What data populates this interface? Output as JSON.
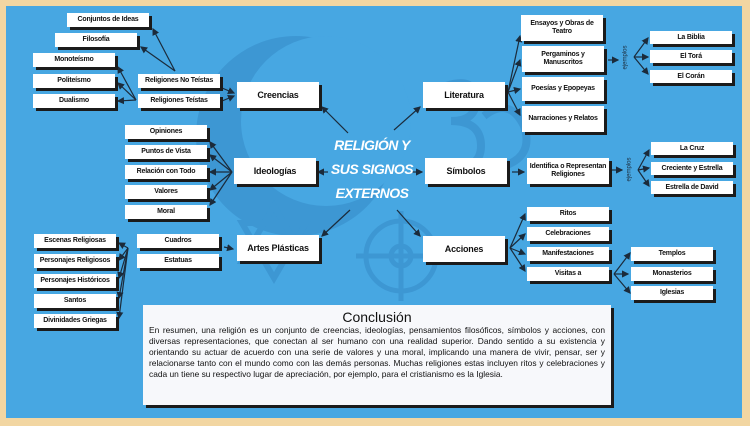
{
  "title": "RELIGIÓN Y SUS SIGNOS EXTERNOS",
  "creencias": {
    "label": "Creencias",
    "no_teistas": "Religiones No Teístas",
    "teistas": "Religiones Teístas",
    "no_teistas_items": [
      "Conjuntos de Ideas",
      "Filosofía"
    ],
    "teistas_items": [
      "Monoteísmo",
      "Politeísmo",
      "Dualismo"
    ]
  },
  "ideologias": {
    "label": "Ideologías",
    "items": [
      "Opiniones",
      "Puntos de Vista",
      "Relación con Todo",
      "Valores",
      "Moral"
    ]
  },
  "artes": {
    "label": "Artes Plásticas",
    "cuadros": "Cuadros",
    "estatuas": "Estatuas",
    "items": [
      "Escenas Religiosas",
      "Personajes Religiosos",
      "Personajes Históricos",
      "Santos",
      "Divinidades Griegas"
    ]
  },
  "literatura": {
    "label": "Literatura",
    "items": [
      "Ensayos y Obras de Teatro",
      "Pergaminos y Manuscritos",
      "Poesías y Epopeyas",
      "Narraciones y Relatos"
    ],
    "ejemplos_label": "ejemplos",
    "ejemplos": [
      "La Biblia",
      "El Torá",
      "El Corán"
    ]
  },
  "simbolos": {
    "label": "Símbolos",
    "sub": "Identifica o Representan Religiones",
    "ejemplos_label": "ejemplos",
    "ejemplos": [
      "La Cruz",
      "Creciente y Estrella",
      "Estrella de David"
    ]
  },
  "acciones": {
    "label": "Acciones",
    "items": [
      "Ritos",
      "Celebraciones",
      "Manifestaciones",
      "Visitas a"
    ],
    "visitas": [
      "Templos",
      "Monasterios",
      "Iglesias"
    ]
  },
  "conclusion": {
    "title": "Conclusión",
    "text": "En resumen, una religión es un conjunto de creencias, ideologías, pensamientos filosóficos, símbolos y acciones, con diversas representaciones, que conectan al ser humano con una realidad superior. Dando sentido a su existencia y orientando su actuar de acuerdo con una serie de valores y una moral, implicando una manera de vivir, pensar, ser y relacionarse tanto con el mundo como con las demás personas. Muchas religiones estas incluyen ritos y celebraciones y cada un tiene su respectivo lugar de apreciación, por ejemplo, para el cristianismo es la Iglesia."
  }
}
